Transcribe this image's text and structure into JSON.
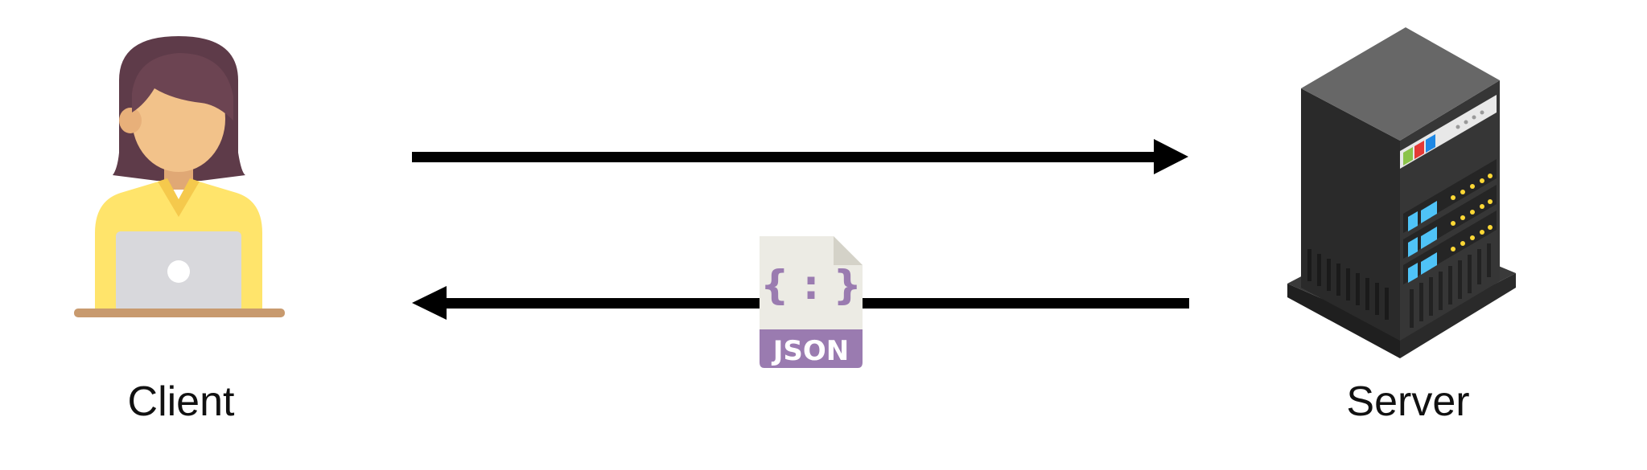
{
  "nodes": {
    "client": {
      "label": "Client",
      "icon": "person-with-laptop-icon"
    },
    "server": {
      "label": "Server",
      "icon": "server-rack-icon"
    }
  },
  "edges": [
    {
      "from": "client",
      "to": "server",
      "label": ""
    },
    {
      "from": "server",
      "to": "client",
      "payload_icon": "json-file-icon"
    }
  ],
  "payload": {
    "braces": "{ : }",
    "format": "JSON"
  },
  "colors": {
    "arrow": "#000000",
    "json_badge": "#9a7bb0",
    "json_page": "#ecebe4",
    "hair": "#5e3b49",
    "skin": "#f2c28a",
    "shirt": "#ffe46b",
    "laptop": "#d8d8dc",
    "desk": "#c89a6e",
    "server_body": "#2f2f2f",
    "server_top": "#676767"
  }
}
